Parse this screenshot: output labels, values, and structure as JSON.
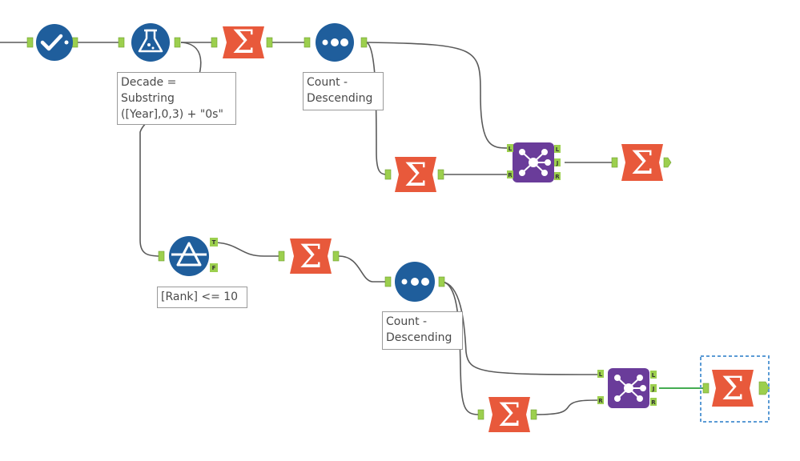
{
  "canvas": {
    "background": "#ffffff"
  },
  "colors": {
    "blue_tool": "#1f5e9c",
    "summarize_tool": "#e8593b",
    "join_tool": "#6a3c9a",
    "anchor": "#9ccf4e",
    "connector": "#5a5a5a",
    "selected_connector": "#2aa03a",
    "selection_outline": "#5b9bd5"
  },
  "tools": [
    {
      "name": "select-tool-icon",
      "kind": "blue"
    },
    {
      "name": "formula-tool-icon",
      "kind": "blue"
    },
    {
      "name": "summarize-tool-icon",
      "kind": "summarize"
    },
    {
      "name": "sort-tool-icon",
      "kind": "blue"
    },
    {
      "name": "summarize-tool-icon",
      "kind": "summarize"
    },
    {
      "name": "join-tool-icon",
      "kind": "join"
    },
    {
      "name": "summarize-tool-icon",
      "kind": "summarize"
    },
    {
      "name": "filter-tool-icon",
      "kind": "blue"
    },
    {
      "name": "summarize-tool-icon",
      "kind": "summarize"
    },
    {
      "name": "sort-tool-icon",
      "kind": "blue"
    },
    {
      "name": "summarize-tool-icon",
      "kind": "summarize"
    },
    {
      "name": "join-tool-icon",
      "kind": "join"
    },
    {
      "name": "summarize-tool-icon",
      "kind": "summarize",
      "selected": true
    }
  ],
  "annotations": {
    "formula": "Decade =\nSubstring\n([Year],0,3) + \"0s\"",
    "sort1": "Count -\nDescending",
    "filter": "[Rank] <= 10",
    "sort2": "Count -\nDescending"
  },
  "anchor_labels": {
    "join_left": "L",
    "join_right": "R",
    "join_out_left": "L",
    "join_out_join": "J",
    "join_out_right": "R",
    "filter_true": "T",
    "filter_false": "F"
  }
}
